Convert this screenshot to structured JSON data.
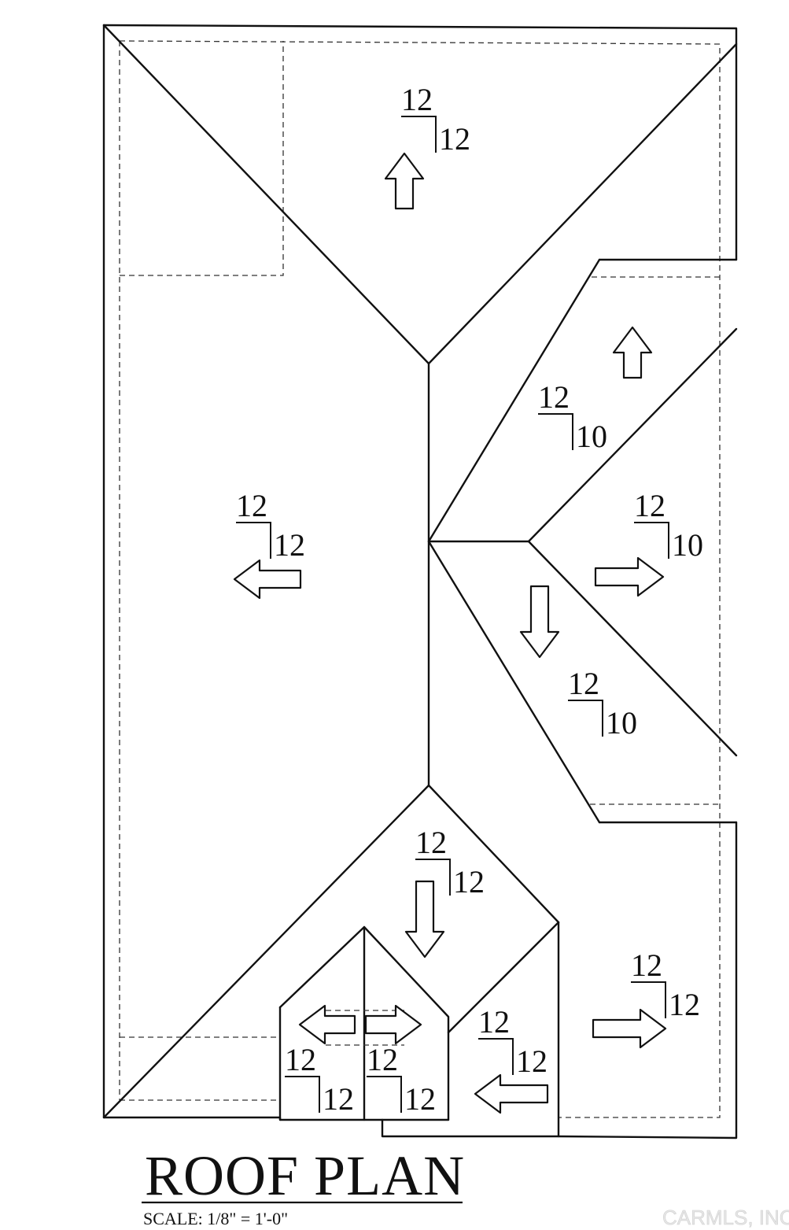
{
  "title": "ROOF PLAN",
  "scale": "SCALE:  1/8\" = 1'-0\"",
  "watermark": "CARMLS, INC",
  "pitches": [
    {
      "id": "top",
      "run": "12",
      "rise": "12",
      "arrow": "up"
    },
    {
      "id": "right-upper-wing",
      "run": "12",
      "rise": "10",
      "arrow": "up"
    },
    {
      "id": "left-main",
      "run": "12",
      "rise": "12",
      "arrow": "left"
    },
    {
      "id": "right-middle",
      "run": "12",
      "rise": "10",
      "arrow": "right"
    },
    {
      "id": "right-lower-wing",
      "run": "12",
      "rise": "10",
      "arrow": "down"
    },
    {
      "id": "front-gable",
      "run": "12",
      "rise": "12",
      "arrow": "down"
    },
    {
      "id": "right-bottom",
      "run": "12",
      "rise": "12",
      "arrow": "right"
    },
    {
      "id": "front-small-right",
      "run": "12",
      "rise": "12",
      "arrow": "left"
    },
    {
      "id": "porch-left",
      "run": "12",
      "rise": "12",
      "arrow": "left"
    },
    {
      "id": "porch-right",
      "run": "12",
      "rise": "12",
      "arrow": "right"
    }
  ]
}
